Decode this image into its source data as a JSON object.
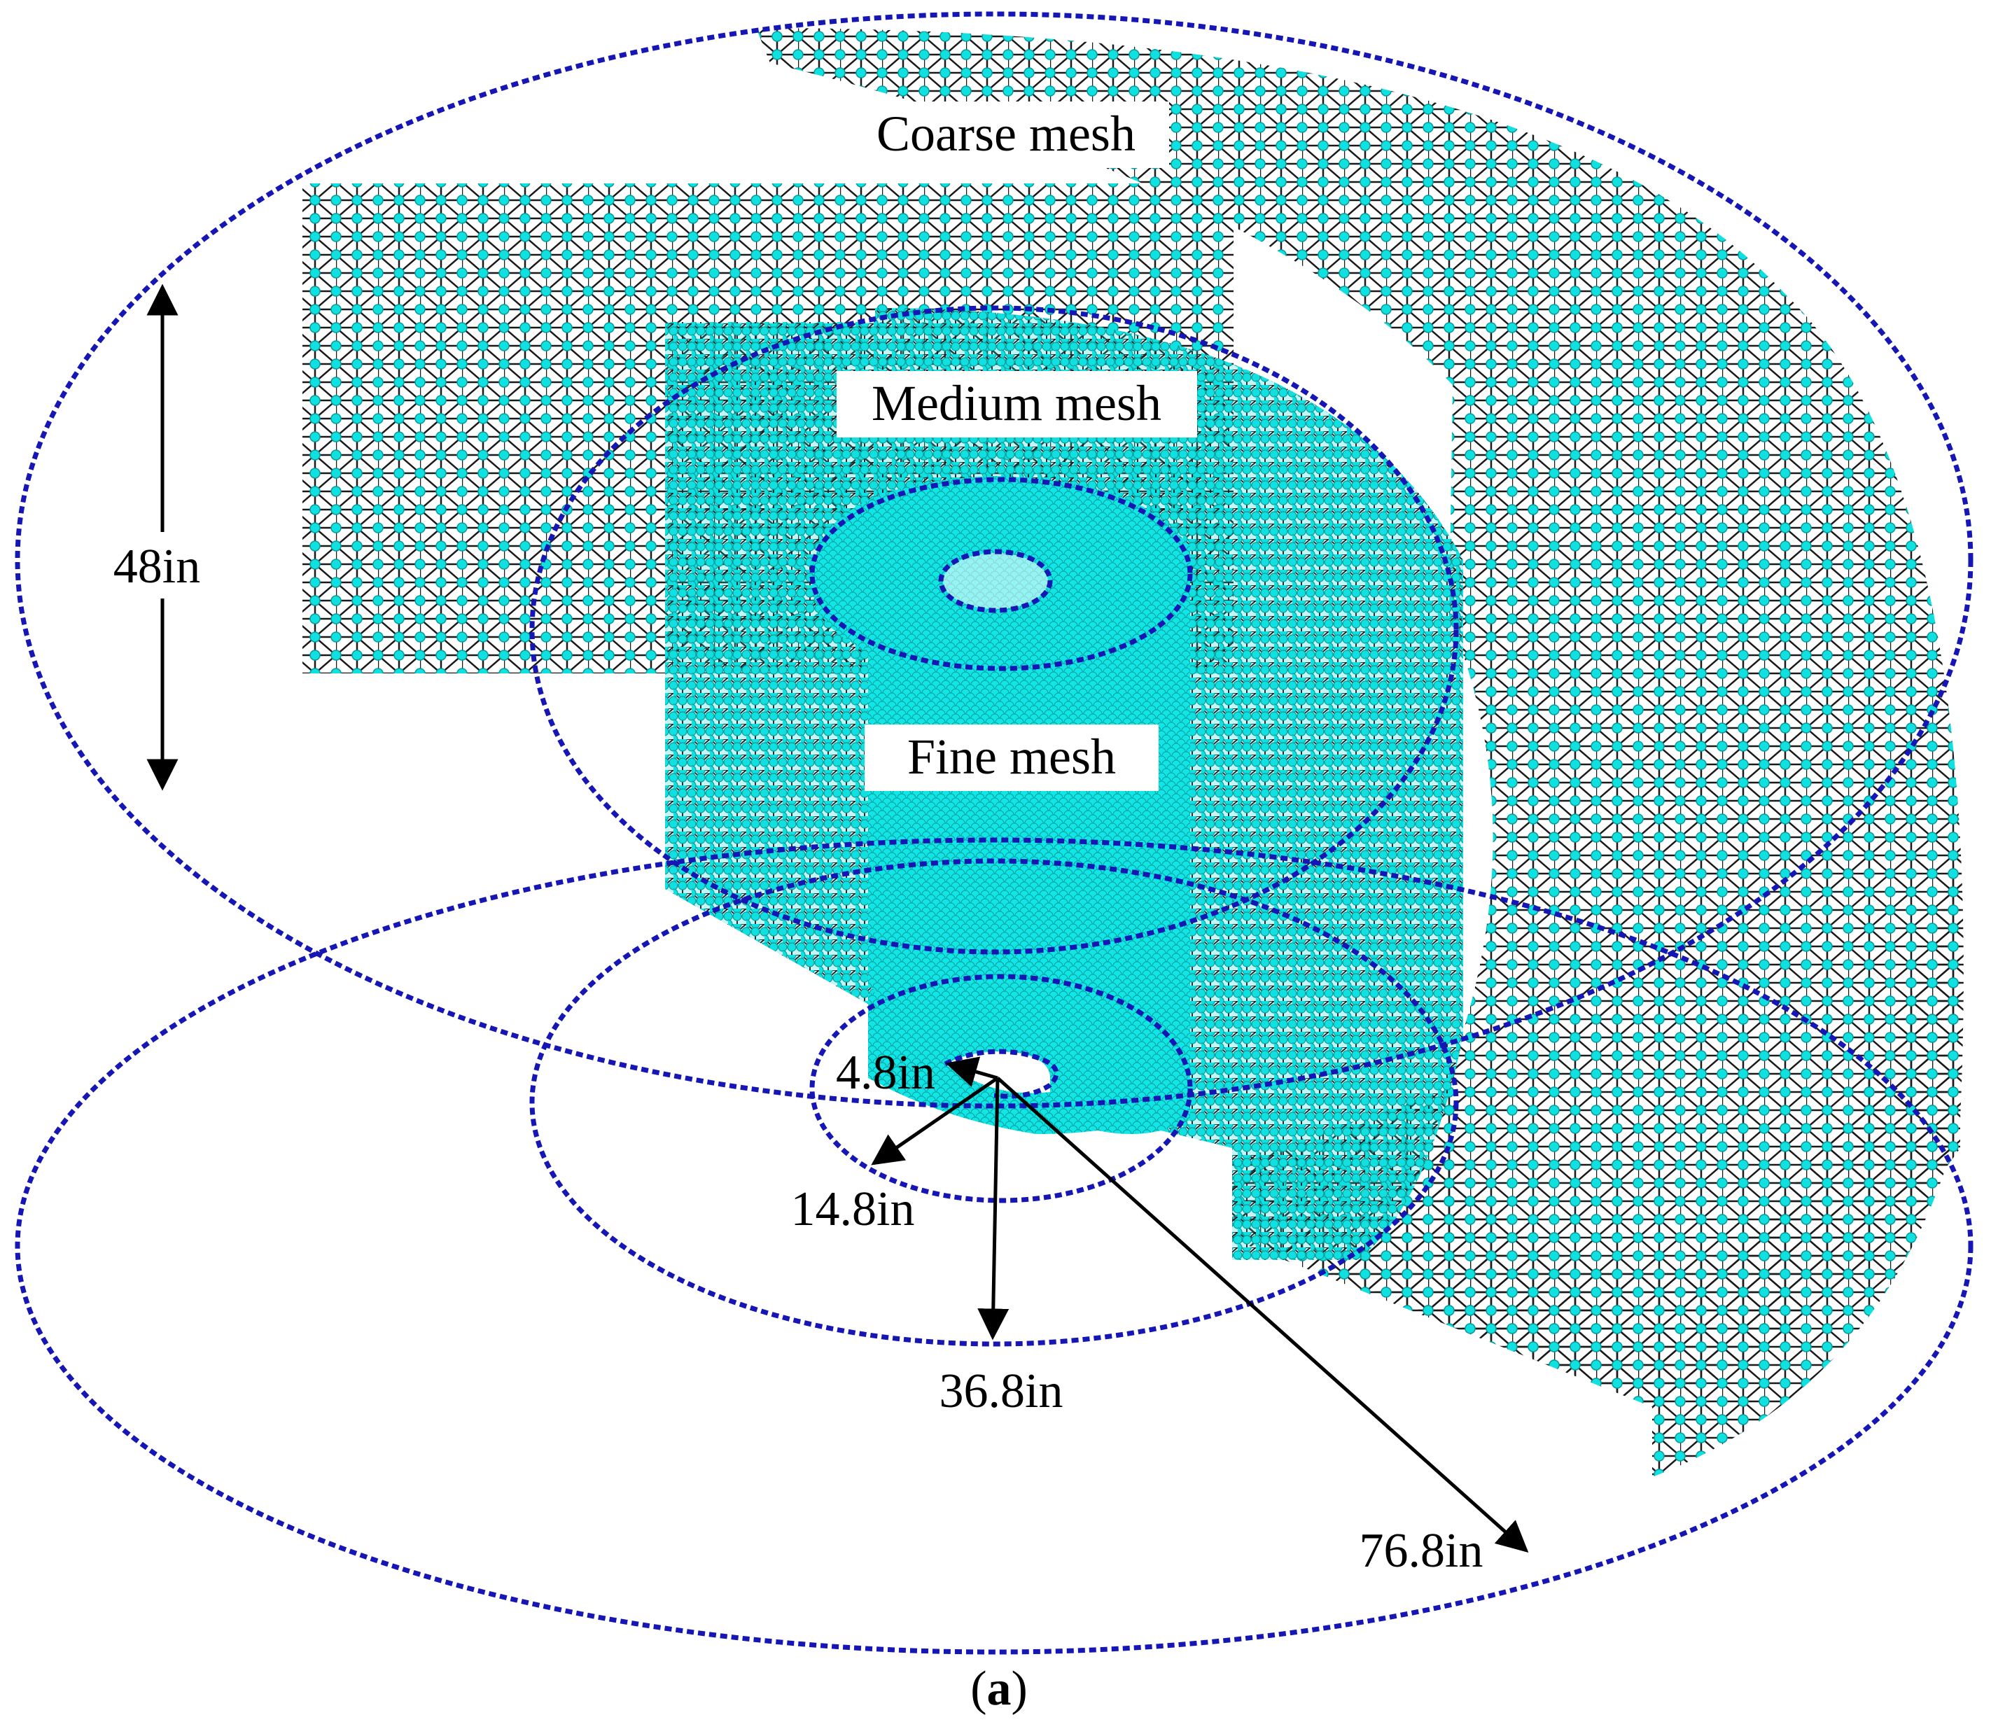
{
  "labels": {
    "coarse": "Coarse mesh",
    "medium": "Medium mesh",
    "fine": "Fine mesh",
    "height": "48in",
    "r1": "4.8in",
    "r2": "14.8in",
    "r3": "36.8in",
    "r4": "76.8in",
    "caption_open": "(",
    "caption_letter": "a",
    "caption_close": ")"
  },
  "colors": {
    "mesh_node": "#10e0e0",
    "mesh_node_stroke": "#0a9a9a",
    "mesh_line": "#1a1a1a",
    "boundary": "#1616b4",
    "arrow": "#000000"
  }
}
